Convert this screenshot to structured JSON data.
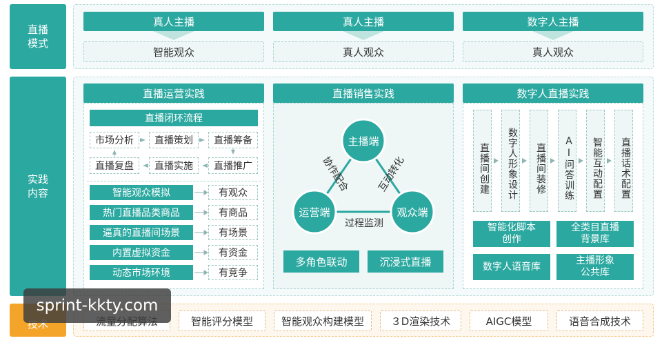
{
  "rows": {
    "mode": "直播\n模式",
    "practice": "实践\n内容",
    "tech": "技术"
  },
  "mode": {
    "cols": [
      {
        "top": "真人主播",
        "bottom": "智能观众"
      },
      {
        "top": "真人主播",
        "bottom": "真人观众"
      },
      {
        "top": "数字人主播",
        "bottom": "真人观众"
      }
    ]
  },
  "ops": {
    "title": "直播运营实践",
    "loop_title": "直播闭环流程",
    "loop": [
      "市场分析",
      "直播策划",
      "直播筹备",
      "直播复盘",
      "直播实施",
      "直播推广"
    ],
    "items": [
      {
        "left": "智能观众模拟",
        "right": "有观众"
      },
      {
        "left": "热门直播品类商品",
        "right": "有商品"
      },
      {
        "left": "逼真的直播间场景",
        "right": "有场景"
      },
      {
        "left": "内置虚拟资金",
        "right": "有资金"
      },
      {
        "left": "动态市场环境",
        "right": "有竞争"
      }
    ]
  },
  "sales": {
    "title": "直播销售实践",
    "nodes": {
      "top": "主播端",
      "left": "运营端",
      "right": "观众端"
    },
    "edges": {
      "left": "协作配合",
      "right": "互动转化",
      "bottom": "过程监测"
    },
    "buttons": [
      "多角色联动",
      "沉浸式直播"
    ]
  },
  "digital": {
    "title": "数字人直播实践",
    "columns": [
      "直播间创建",
      "数字人形象设计",
      "直播间装修",
      "AI问答训练",
      "智能互动配置",
      "直播话术配置"
    ],
    "boxes": [
      "智能化脚本\n创作",
      "全类目直播\n背景库",
      "数字人语音库",
      "主播形象\n公共库"
    ]
  },
  "tech": [
    "流量分配算法",
    "智能评分模型",
    "智能观众构建模型",
    "３D渲染技术",
    "AIGC模型",
    "语音合成技术"
  ],
  "watermark": "sprint-kkty.com",
  "colors": {
    "teal": "#2ba8a0",
    "orange": "#f5a42a"
  }
}
